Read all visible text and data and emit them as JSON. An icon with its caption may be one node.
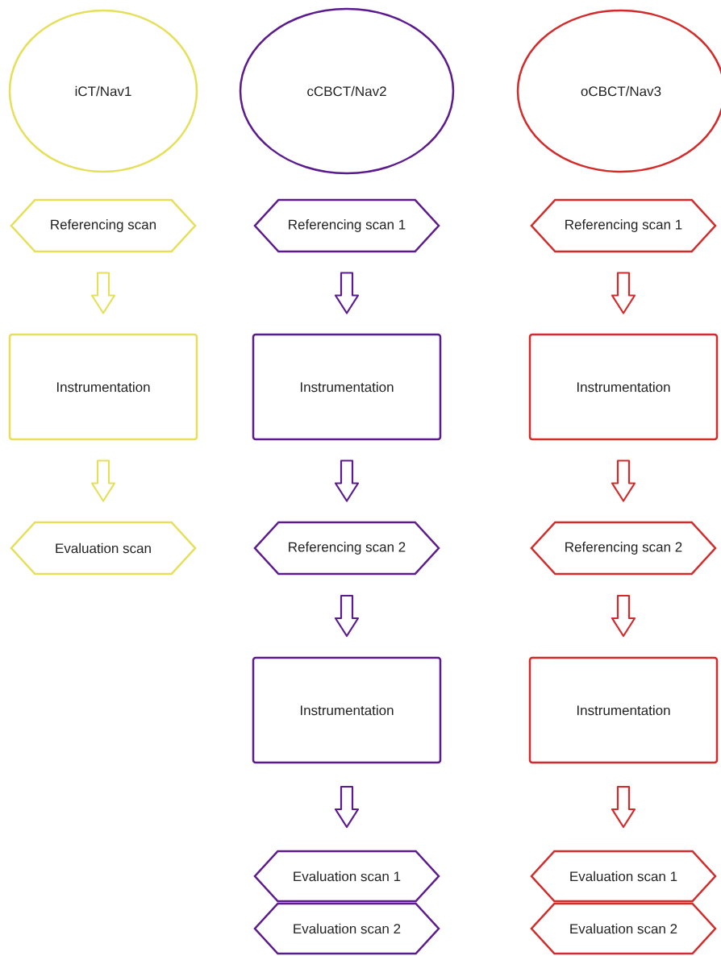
{
  "diagram": {
    "nodes": [
      {
        "text": [
          "iCT/Nav1"
        ]
      },
      {
        "text": [
          "cCBCT/Nav2"
        ]
      },
      {
        "text": [
          "oCBCT/Nav3"
        ]
      },
      {
        "text": [
          "Referencing scan"
        ]
      },
      {
        "text": [
          "Referencing scan 1"
        ]
      },
      {
        "text": [
          "Referencing scan 1"
        ]
      },
      {
        "text": [
          "Instrumentation"
        ]
      },
      {
        "text": [
          "Instrumentation"
        ]
      },
      {
        "text": [
          "Instrumentation"
        ]
      },
      {
        "text": [
          "Evaluation scan"
        ]
      },
      {
        "text": [
          "Referencing scan 2"
        ]
      },
      {
        "text": [
          "Referencing scan 2"
        ]
      },
      {
        "text": [
          "Instrumentation"
        ]
      },
      {
        "text": [
          "Instrumentation"
        ]
      },
      {
        "text": [
          "Evaluation scan 1"
        ]
      },
      {
        "text": [
          "Evaluation scan 1"
        ]
      },
      {
        "text": [
          "Evaluation scan 2"
        ]
      },
      {
        "text": [
          "Evaluation scan 2"
        ]
      }
    ],
    "edges": [
      {
        "from": 3,
        "to": 6,
        "arrow": "to",
        "color": "#e6df5a"
      },
      {
        "from": 6,
        "to": 9,
        "arrow": "to",
        "color": "#e6df5a"
      },
      {
        "from": 4,
        "to": 7,
        "arrow": "to",
        "color": "#5b1a8e"
      },
      {
        "from": 7,
        "to": 10,
        "arrow": "to",
        "color": "#5b1a8e"
      },
      {
        "from": 10,
        "to": 12,
        "arrow": "to",
        "color": "#5b1a8e"
      },
      {
        "from": 12,
        "to": 14,
        "arrow": "to",
        "color": "#5b1a8e"
      },
      {
        "from": 5,
        "to": 8,
        "arrow": "to",
        "color": "#d42a2a"
      },
      {
        "from": 8,
        "to": 11,
        "arrow": "to",
        "color": "#d42a2a"
      },
      {
        "from": 11,
        "to": 13,
        "arrow": "to",
        "color": "#d42a2a"
      },
      {
        "from": 13,
        "to": 15,
        "arrow": "to",
        "color": "#d42a2a"
      }
    ]
  }
}
